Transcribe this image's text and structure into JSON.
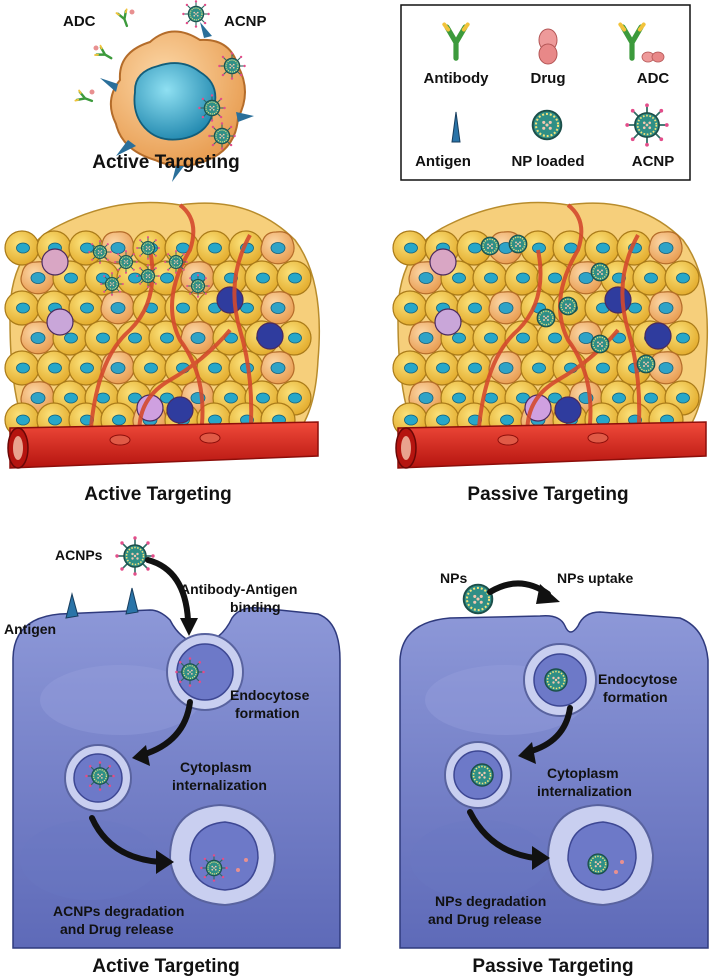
{
  "top_cell": {
    "adc_label": "ADC",
    "acnp_label": "ACNP",
    "title": "Active Targeting"
  },
  "legend": {
    "items": [
      {
        "label": "Antibody"
      },
      {
        "label": "Drug"
      },
      {
        "label": "ADC"
      },
      {
        "label": "Antigen"
      },
      {
        "label": "NP loaded"
      },
      {
        "label": "ACNP"
      }
    ]
  },
  "tissue": {
    "left_title": "Active Targeting",
    "right_title": "Passive Targeting"
  },
  "active_cell": {
    "acnps": "ACNPs",
    "antigen": "Antigen",
    "binding_1": "Antibody-Antigen",
    "binding_2": "binding",
    "endo_1": "Endocytose",
    "endo_2": "formation",
    "cyto_1": "Cytoplasm",
    "cyto_2": "internalization",
    "deg_1": "ACNPs degradation",
    "deg_2": "and Drug release",
    "title": "Active Targeting"
  },
  "passive_cell": {
    "nps": "NPs",
    "uptake": "NPs uptake",
    "endo_1": "Endocytose",
    "endo_2": "formation",
    "cyto_1": "Cytoplasm",
    "cyto_2": "internalization",
    "deg_1": "NPs degradation",
    "deg_2": "and Drug release",
    "title": "Passive Targeting"
  },
  "colors": {
    "cell_orange": "#f0b06a",
    "nucleus_blue": "#3aa9c9",
    "vessel_red": "#d8261e",
    "cell_purple": "#7f8dd0",
    "np_teal": "#2f8f86",
    "antibody_green": "#3c9a3c",
    "drug_pink": "#e89090"
  }
}
